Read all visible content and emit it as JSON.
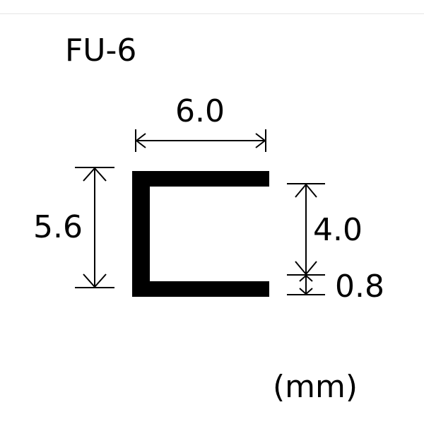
{
  "title": "FU-6",
  "dimensions": {
    "width": "6.0",
    "height": "5.6",
    "inner_height": "4.0",
    "thickness": "0.8"
  },
  "unit": "(mm)",
  "colors": {
    "profile": "#000000",
    "background": "#ffffff"
  }
}
